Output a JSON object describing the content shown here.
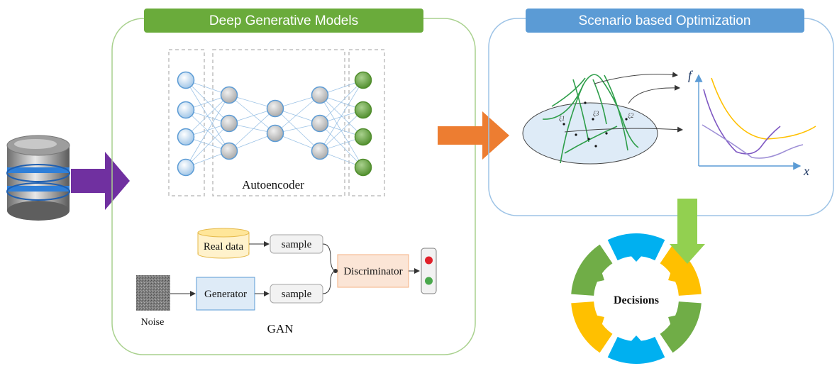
{
  "headers": {
    "deep_generative_models": "Deep Generative Models",
    "scenario_optimization": "Scenario based Optimization"
  },
  "autoencoder": {
    "label": "Autoencoder"
  },
  "gan": {
    "label": "GAN",
    "real_data": "Real data",
    "sample_top": "sample",
    "sample_bottom": "sample",
    "generator": "Generator",
    "discriminator": "Discriminator",
    "noise": "Noise"
  },
  "plot": {
    "y_label": "f",
    "x_label": "x",
    "scenario_labels": [
      "ξ1",
      "ξ3",
      "ξ2"
    ]
  },
  "decisions": {
    "label": "Decisions"
  },
  "colors": {
    "green_header": "#6aab3b",
    "blue_header": "#5b9bd5",
    "purple_arrow": "#7030a0",
    "orange_arrow": "#ed7d31",
    "green_arrow": "#92d050",
    "input_node": "#bdd7ee",
    "hidden_node": "#bfbfbf",
    "output_node": "#70ad47",
    "cycle_green": "#70ad47",
    "cycle_blue": "#00b0f0",
    "cycle_yellow": "#ffc000"
  }
}
